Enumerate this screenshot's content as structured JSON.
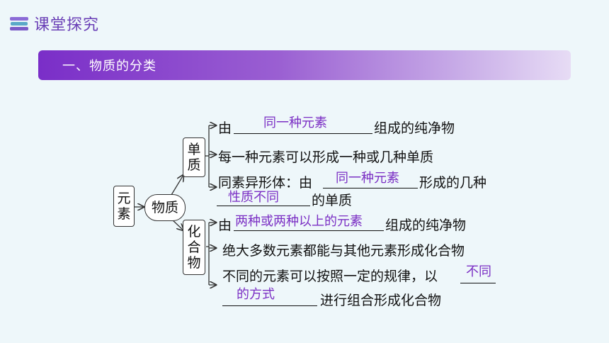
{
  "header": {
    "title": "课堂探究",
    "icon": "books-icon"
  },
  "banner": {
    "title": "一、物质的分类"
  },
  "tree": {
    "root": "元素",
    "root_chars": [
      "元",
      "素"
    ],
    "mid": "物质",
    "branch1": {
      "chars": [
        "单",
        "质"
      ]
    },
    "branch2": {
      "chars": [
        "化",
        "合",
        "物"
      ]
    },
    "items": {
      "s1_pre": "由",
      "s1_ans": "同一种元素",
      "s1_post": "组成的纯净物",
      "s2": "每一种元素可以形成一种或几种单质",
      "s3_pre": "同素异形体：由",
      "s3_ans": "同一种元素",
      "s3_post": "形成的几种",
      "s3_ans2": "性质不同",
      "s3_tail": "的单质",
      "c1_pre": "由",
      "c1_ans": "两种或两种以上的元素",
      "c1_post": "组成的纯净物",
      "c2": "绝大多数元素都能与其他元素形成化合物",
      "c3_pre": "不同的元素可以按照一定的规律，以",
      "c3_ans_a": "不同",
      "c3_ans_b": "的方式",
      "c3_tail": "进行组合形成化合物"
    }
  },
  "colors": {
    "accent": "#7b2fc4",
    "banner_start": "#7a2ec8",
    "background": "#eef7fa"
  }
}
